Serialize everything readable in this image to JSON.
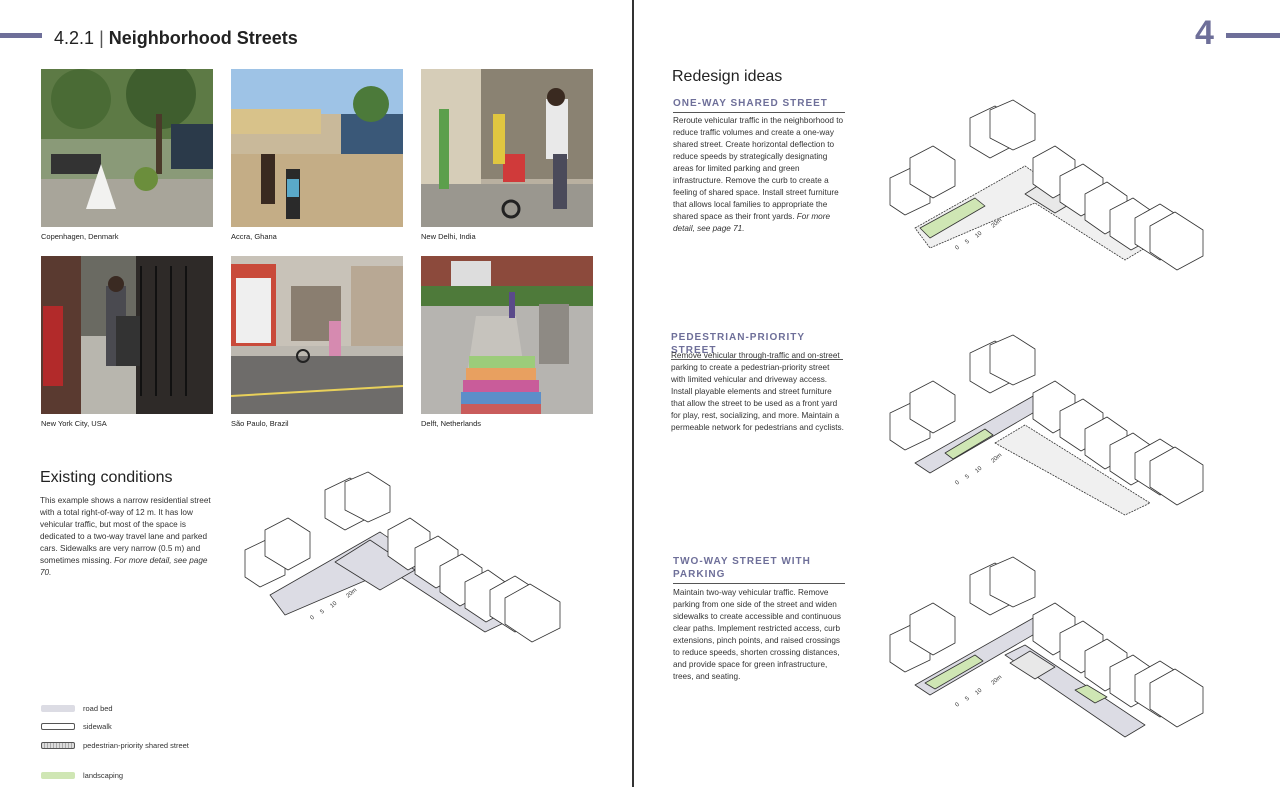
{
  "left_page": {
    "section_number": "4.2.1",
    "section_separator": "|",
    "section_title": "Neighborhood Streets",
    "photos": [
      {
        "caption": "Copenhagen, Denmark"
      },
      {
        "caption": "Accra, Ghana"
      },
      {
        "caption": "New Delhi, India"
      },
      {
        "caption": "New York City, USA"
      },
      {
        "caption": "São Paulo, Brazil"
      },
      {
        "caption": "Delft, Netherlands"
      }
    ],
    "existing": {
      "heading": "Existing conditions",
      "body": "This example shows a narrow residential street with a total right-of-way of 12 m. It has low vehicular traffic, but most of the space is dedicated to a two-way travel lane and parked cars. Sidewalks are very narrow (0.5 m) and sometimes missing.",
      "ref": "For more detail, see page 70."
    },
    "scale": {
      "t0": "0",
      "t5": "5",
      "t10": "10",
      "t20": "20m"
    },
    "legend": [
      {
        "label": "road bed",
        "color": "#dcdce4"
      },
      {
        "label": "sidewalk",
        "color": "#ffffff"
      },
      {
        "label": "pedestrian-priority shared street",
        "color": "#e6e6e6"
      },
      {
        "label": "landscaping",
        "color": "#cfe6b4"
      }
    ]
  },
  "right_page": {
    "page_number": "4",
    "heading": "Redesign ideas",
    "ideas": [
      {
        "title": "ONE-WAY SHARED STREET",
        "body": "Reroute vehicular traffic in the neighborhood to reduce traffic volumes and create a one-way shared street. Create horizontal deflection to reduce speeds by strategically designating areas for limited parking and green infrastructure. Remove the curb to create a feeling of shared space. Install street furniture that allows local families to appropriate the shared space as their front yards.",
        "ref": "For more detail, see page 71."
      },
      {
        "title": "PEDESTRIAN-PRIORITY STREET",
        "body": "Remove vehicular through-traffic and on-street parking to create a pedestrian-priority street with limited vehicular and driveway access. Install playable elements and street furniture that allow the street to be used as a front yard for play, rest, socializing, and more. Maintain a permeable network for pedestrians and cyclists.",
        "ref": ""
      },
      {
        "title": "TWO-WAY STREET WITH PARKING",
        "body": "Maintain two-way vehicular traffic. Remove parking from one side of the street and widen sidewalks to create accessible and continuous clear paths. Implement restricted access, curb extensions, pinch points, and raised crossings to reduce speeds, shorten crossing distances, and provide space for green infrastructure, trees, and seating.",
        "ref": ""
      }
    ]
  },
  "colors": {
    "accent": "#6e6f99",
    "road": "#dcdce4",
    "green": "#cfe6b4"
  }
}
